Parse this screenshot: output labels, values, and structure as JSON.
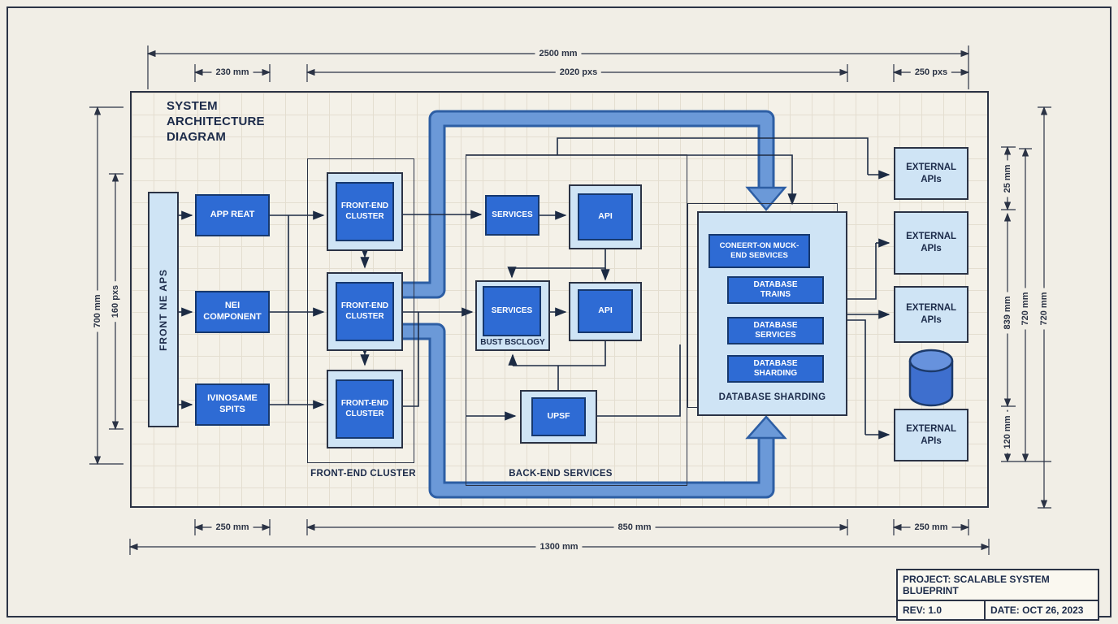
{
  "title": "SYSTEM ARCHITECTURE DIAGRAM",
  "left_panel": {
    "bar_label": "FRONT NE APS",
    "boxes": [
      "APP REAT",
      "NEI COMPONENT",
      "IVINOSAME SPITS"
    ]
  },
  "frontend": {
    "group_label": "FRONT-END CLUSTER",
    "nodes": [
      "FRONT-END CLUSTER",
      "FRONT-END CLUSTER",
      "FRONT-END CLUSTER"
    ]
  },
  "backend": {
    "group_label": "BACK-END SERVICES",
    "services_top": "SERVICES",
    "api_top": "API",
    "services_mid": "SERVICES",
    "services_mid_caption": "BUST BSCLOGY",
    "api_mid": "API",
    "upsf": "UPSF"
  },
  "database": {
    "group_label": "DATABASE SHARDING",
    "header": "CONEERT-ON MUCK-END SEBVICES",
    "rows": [
      "DATABASE TRAINS",
      "DATABASE SERVICES",
      "DATABASE SHARDING"
    ]
  },
  "external": {
    "labels": [
      "EXTERNAL APIs",
      "EXTERNAL APIs",
      "EXTERNAL APIs",
      "EXTERNAL APIs"
    ],
    "cylinder": "database-cylinder"
  },
  "dimensions": {
    "top": [
      "2500 mm",
      "230 mm",
      "2020 pxs",
      "250 pxs"
    ],
    "bottom": [
      "250 mm",
      "850 mm",
      "250 mm",
      "1300 mm"
    ],
    "left": [
      "700 mm",
      "160 pxs"
    ],
    "right": [
      "25 mm",
      "839 mm",
      "120 mm",
      "720 mm",
      "720 mm"
    ]
  },
  "title_block": {
    "project": "PROJECT: SCALABLE SYSTEM BLUEPRINT",
    "rev": "REV: 1.0",
    "date": "DATE: OCT 26, 2023"
  },
  "colors": {
    "node_blue": "#2e6bd4",
    "light_blue": "#cfe4f5",
    "navy": "#1c2b4a",
    "pipe_blue": "#6b99d8",
    "page_bg": "#f1eee6"
  }
}
